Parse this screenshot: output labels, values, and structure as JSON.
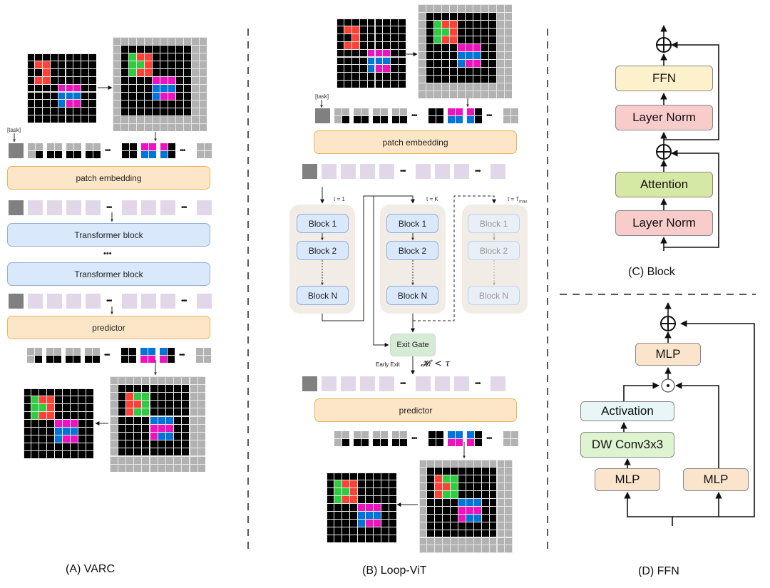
{
  "colors": {
    "black": "#000000",
    "gray": "#b2b2b2",
    "task_gray": "#808080",
    "green": "#2ecc40",
    "red": "#ff4136",
    "magenta": "#f012be",
    "blue": "#0074d9",
    "token_purple": "#e2d7e8"
  },
  "grids": {
    "input": [
      "000000000",
      "033000000",
      "003000000",
      "033000000",
      "000066600",
      "000011100",
      "000016600",
      "000000000",
      "000000000"
    ],
    "input_padded": [
      "999999999999",
      "900000000099",
      "902330000099",
      "902230000099",
      "902330000099",
      "900006660099",
      "900001110099",
      "900001660099",
      "900000000099",
      "900000000099",
      "999999999999",
      "999999999999"
    ],
    "output_padded": [
      "999999999999",
      "900000000099",
      "903220000099",
      "903320000099",
      "903220000099",
      "900001110099",
      "900006660099",
      "900006110099",
      "900000000099",
      "900000000099",
      "999999999999",
      "999999999999"
    ],
    "output": [
      "000000000",
      "023300000",
      "022300000",
      "023300000",
      "000066600",
      "000011100",
      "000016600",
      "000000000",
      "000000000"
    ],
    "legend": {
      "0": "black",
      "1": "blue",
      "2": "green",
      "3": "red",
      "6": "magenta",
      "9": "gray"
    }
  },
  "patches": {
    "input": [
      [
        "9",
        "9",
        "9",
        "0"
      ],
      [
        "9",
        "9",
        "0",
        "0"
      ],
      [
        "9",
        "9",
        "0",
        "0"
      ],
      [
        "9",
        "9",
        "0",
        "0"
      ],
      "dots",
      [
        "0",
        "0",
        "0",
        "0"
      ],
      [
        "6",
        "6",
        "1",
        "1"
      ],
      [
        "6",
        "0",
        "1",
        "0"
      ],
      "dots",
      [
        "9",
        "9",
        "9",
        "9"
      ]
    ],
    "output": [
      [
        "9",
        "9",
        "9",
        "0"
      ],
      [
        "9",
        "9",
        "0",
        "0"
      ],
      [
        "9",
        "9",
        "0",
        "0"
      ],
      [
        "9",
        "9",
        "0",
        "0"
      ],
      "dots",
      [
        "0",
        "0",
        "0",
        "0"
      ],
      [
        "1",
        "1",
        "6",
        "6"
      ],
      [
        "1",
        "0",
        "6",
        "0"
      ],
      "dots",
      [
        "9",
        "9",
        "9",
        "9"
      ]
    ]
  },
  "panel_a": {
    "task_label": "[task]",
    "patch_embedding": "patch embedding",
    "transformer_block_1": "Transformer block",
    "ellipsis": "•••",
    "transformer_block_2": "Transformer block",
    "predictor": "predictor",
    "caption": "(A) VARC"
  },
  "panel_b": {
    "task_label": "[task]",
    "patch_embedding": "patch embedding",
    "loops": [
      {
        "label": "t = 1",
        "blocks": [
          "Block 1",
          "Block 2",
          "Block N"
        ],
        "faded": false
      },
      {
        "label": "t = K",
        "blocks": [
          "Block 1",
          "Block 2",
          "Block N"
        ],
        "faded": false
      },
      {
        "label": "t = T",
        "label_sub": "max",
        "blocks": [
          "Block 1",
          "Block 2",
          "Block N"
        ],
        "faded": true
      }
    ],
    "exit_gate": "Exit Gate",
    "early_exit": "Early Exit",
    "condition": "𝓗ₜ < τ",
    "predictor": "predictor",
    "caption": "(B) Loop-ViT"
  },
  "panel_c": {
    "ffn": "FFN",
    "layer_norm_top": "Layer Norm",
    "attention": "Attention",
    "layer_norm_bottom": "Layer Norm",
    "add_symbol": "⊕",
    "caption": "(C) Block"
  },
  "panel_d": {
    "mlp_top": "MLP",
    "multiply_symbol": "⊙",
    "activation": "Activation",
    "dw_conv": "DW Conv3x3",
    "mlp_left": "MLP",
    "mlp_right": "MLP",
    "add_symbol": "⊕",
    "caption": "(D) FFN"
  }
}
